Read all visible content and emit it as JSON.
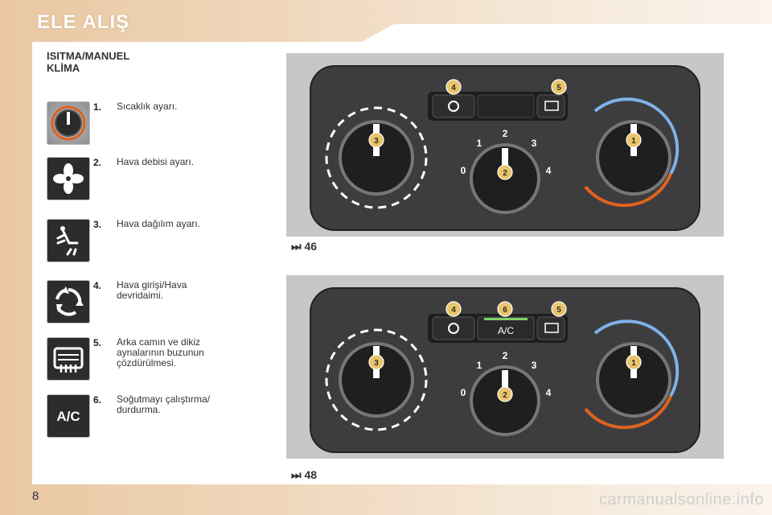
{
  "header": {
    "title": "ELE ALIŞ"
  },
  "section": {
    "title": "ISITMA/MANUEL\nKLİMA"
  },
  "items": [
    {
      "number": "1.",
      "text": "Sıcaklık ayarı.",
      "icon": "temperature-knob-icon"
    },
    {
      "number": "2.",
      "text": "Hava debisi ayarı.",
      "icon": "fan-icon"
    },
    {
      "number": "3.",
      "text": "Hava dağılım ayarı.",
      "icon": "air-distribution-icon"
    },
    {
      "number": "4.",
      "text": "Hava girişi/Hava\ndevridaimi.",
      "icon": "recirculation-icon"
    },
    {
      "number": "5.",
      "text": "Arka camın ve dikiz\naynalarının buzunun\nçözdürülmesi.",
      "icon": "rear-defrost-icon"
    },
    {
      "number": "6.",
      "text": "Soğutmayı çalıştırma/\ndurdurma.",
      "icon": "ac-icon"
    }
  ],
  "panels": [
    {
      "ref_arrow": "⏭",
      "ref_page": "46",
      "markers": {
        "1": "1",
        "2": "2",
        "3": "3",
        "4": "4",
        "5": "5"
      },
      "fan_scale": [
        "0",
        "1",
        "2",
        "3",
        "4"
      ]
    },
    {
      "ref_arrow": "⏭",
      "ref_page": "48",
      "markers": {
        "1": "1",
        "2": "2",
        "3": "3",
        "4": "4",
        "5": "5",
        "6": "6"
      },
      "fan_scale": [
        "0",
        "1",
        "2",
        "3",
        "4"
      ],
      "ac_label": "A/C"
    }
  ],
  "colors": {
    "marker": "#e9c46a",
    "cold": "#7fb2e8",
    "hot": "#e0621e",
    "panel": "#3d3d3f"
  },
  "footer": {
    "page_number": "8",
    "watermark": "carmanualsonline.info"
  }
}
